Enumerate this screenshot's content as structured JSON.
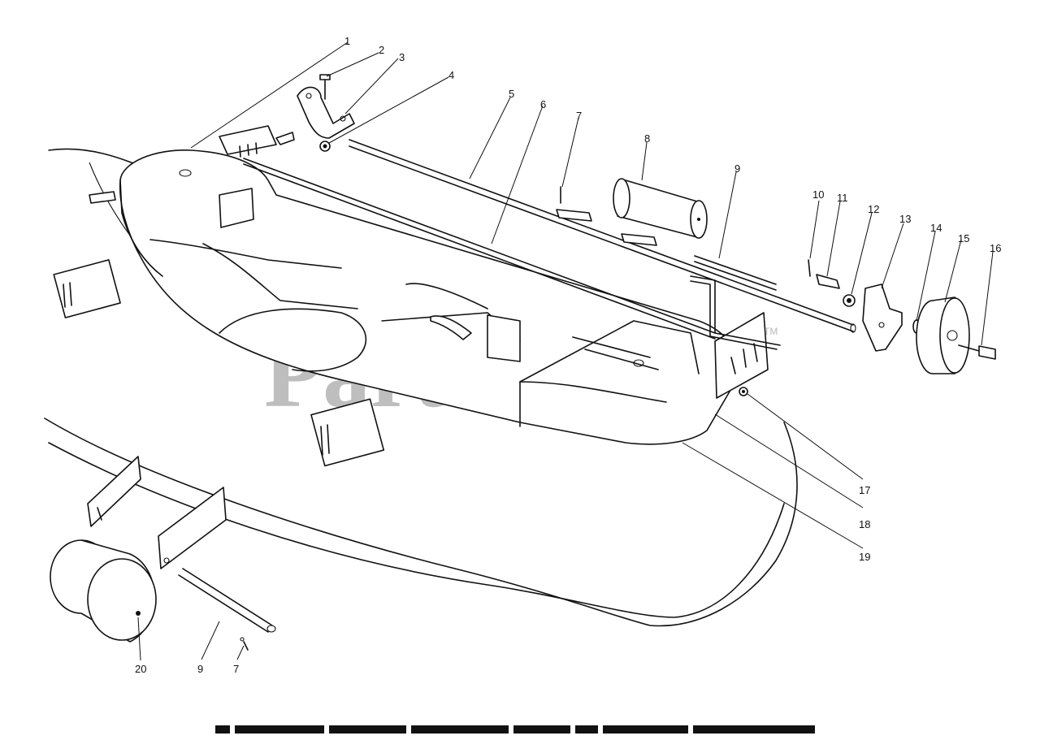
{
  "watermark": {
    "text": "PartsTree",
    "tm": "TM"
  },
  "callouts": [
    {
      "id": "c1",
      "label": "1"
    },
    {
      "id": "c2",
      "label": "2"
    },
    {
      "id": "c3",
      "label": "3"
    },
    {
      "id": "c4",
      "label": "4"
    },
    {
      "id": "c5",
      "label": "5"
    },
    {
      "id": "c6",
      "label": "6"
    },
    {
      "id": "c7a",
      "label": "7"
    },
    {
      "id": "c8",
      "label": "8"
    },
    {
      "id": "c9a",
      "label": "9"
    },
    {
      "id": "c10",
      "label": "10"
    },
    {
      "id": "c11",
      "label": "11"
    },
    {
      "id": "c12",
      "label": "12"
    },
    {
      "id": "c13",
      "label": "13"
    },
    {
      "id": "c14",
      "label": "14"
    },
    {
      "id": "c15",
      "label": "15"
    },
    {
      "id": "c16",
      "label": "16"
    },
    {
      "id": "c17",
      "label": "17"
    },
    {
      "id": "c18",
      "label": "18"
    },
    {
      "id": "c19",
      "label": "19"
    },
    {
      "id": "c20",
      "label": "20"
    },
    {
      "id": "c9b",
      "label": "9"
    },
    {
      "id": "c7b",
      "label": "7"
    }
  ]
}
